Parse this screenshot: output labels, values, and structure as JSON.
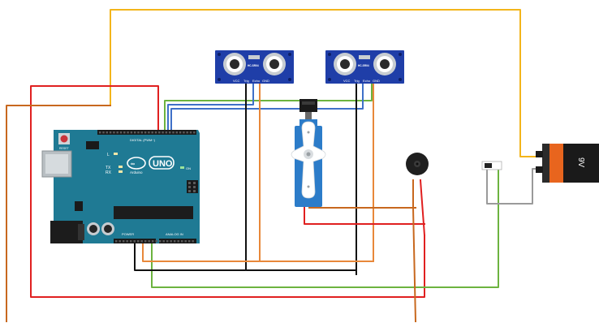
{
  "arduino": {
    "logo_text": "UNO",
    "brand_text": "Arduino",
    "reset_label": "RESET",
    "label_l": "L",
    "label_tx": "TX",
    "label_rx": "RX",
    "label_on": "ON",
    "label_digital": "DIGITAL (PWM~)",
    "label_analog": "ANALOG IN",
    "label_power": "POWER"
  },
  "sensors": [
    {
      "model": "HC-SR04",
      "pins": [
        "VCC",
        "Trig",
        "Echo",
        "GND"
      ]
    },
    {
      "model": "HC-SR04",
      "pins": [
        "VCC",
        "Trig",
        "Echo",
        "GND"
      ]
    }
  ],
  "battery": {
    "label": "9V"
  },
  "colors": {
    "board": "#1f7a94",
    "sensor": "#1f3ea8",
    "battery_body": "#e8651e",
    "battery_cap": "#2b2b2b",
    "servo": "#2c7cc9",
    "wire_red": "#e02020",
    "wire_black": "#111111",
    "wire_orange": "#d9782e",
    "wire_green": "#6cb33f",
    "wire_blue": "#3f70c8",
    "wire_yellow": "#f3b51b",
    "wire_gray": "#9a9a9a"
  }
}
